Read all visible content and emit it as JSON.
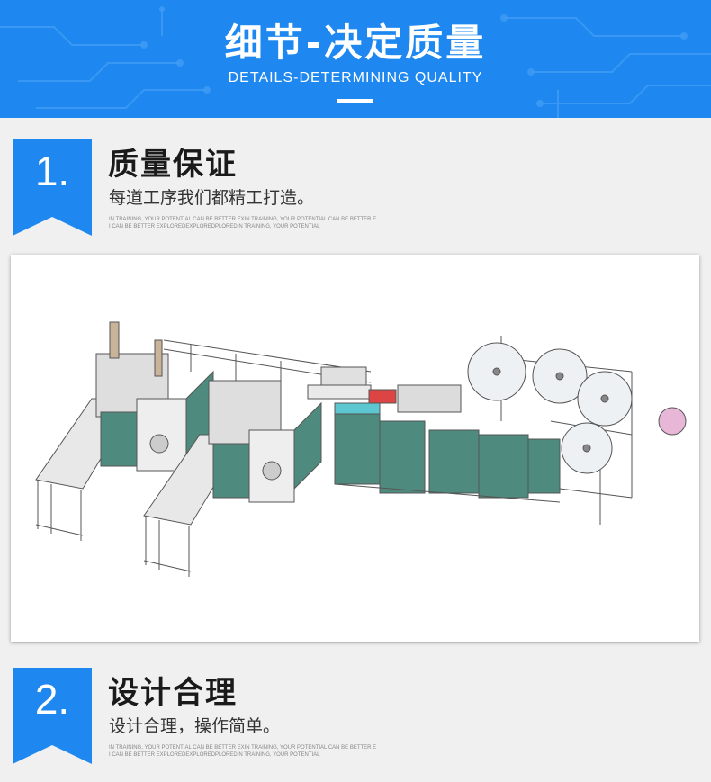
{
  "header": {
    "title": "细节-决定质量",
    "subtitle": "DETAILS-DETERMINING QUALITY"
  },
  "sections": [
    {
      "number": "1.",
      "title": "质量保证",
      "subtitle": "每道工序我们都精工打造。",
      "fine_print_1": "IN TRAINING, YOUR POTENTIAL CAN BE BETTER EXIN TRAINING, YOUR POTENTIAL CAN BE BETTER E",
      "fine_print_2": "I CAN BE BETTER EXPLOREDEXPLOREDPLORED N TRAINING, YOUR POTENTIAL"
    },
    {
      "number": "2.",
      "title": "设计合理",
      "subtitle": "设计合理，操作简单。",
      "fine_print_1": "IN TRAINING, YOUR POTENTIAL CAN BE BETTER EXIN TRAINING, YOUR POTENTIAL CAN BE BETTER E",
      "fine_print_2": "I CAN BE BETTER EXPLOREDEXPLOREDPLORED N TRAINING, YOUR POTENTIAL"
    }
  ],
  "colors": {
    "banner": "#1e88f0",
    "badge": "#1e88f0",
    "cabinet": "#4f8a7e",
    "frame": "#8a8f96"
  }
}
